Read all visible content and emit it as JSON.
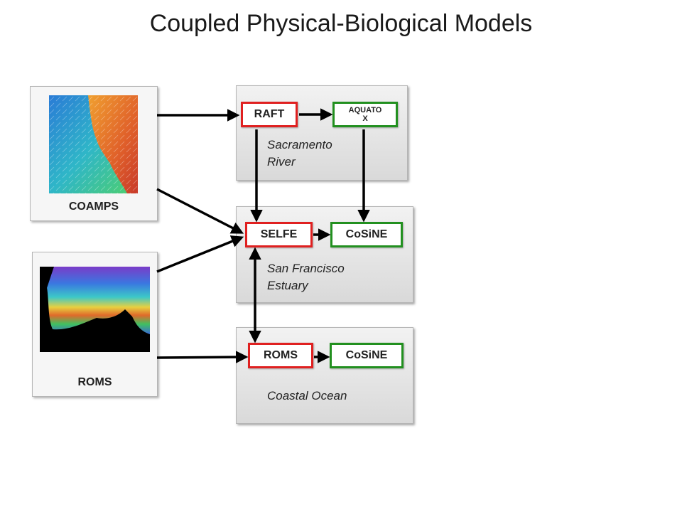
{
  "title": "Coupled Physical-Biological Models",
  "sources": {
    "coamps": {
      "label": "COAMPS"
    },
    "roms": {
      "label": "ROMS"
    }
  },
  "panels": {
    "sacramento": {
      "region_line1": "Sacramento",
      "region_line2": "River",
      "physical": "RAFT",
      "biological_line1": "AQUATO",
      "biological_line2": "X"
    },
    "sanfrancisco": {
      "region_line1": "San Francisco",
      "region_line2": "Estuary",
      "physical": "SELFE",
      "biological": "CoSiNE"
    },
    "coastal": {
      "region": "Coastal Ocean",
      "physical": "ROMS",
      "biological": "CoSiNE"
    }
  },
  "colors": {
    "physical_border": "#e02020",
    "biological_border": "#22901f"
  },
  "icons": [
    "coamps-wind-map-image",
    "roms-pacific-ocean-map-image"
  ]
}
